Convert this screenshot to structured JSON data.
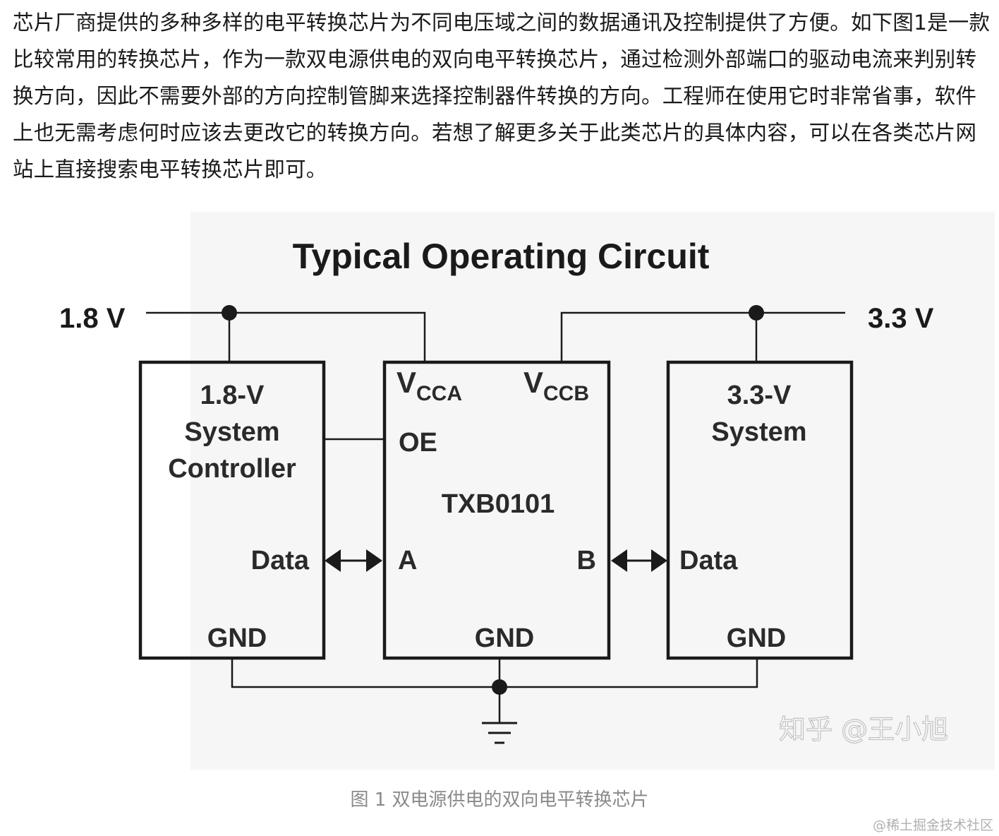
{
  "article": {
    "paragraph": "芯片厂商提供的多种多样的电平转换芯片为不同电压域之间的数据通讯及控制提供了方便。如下图1是一款比较常用的转换芯片，作为一款双电源供电的双向电平转换芯片，通过检测外部端口的驱动电流来判别转换方向，因此不需要外部的方向控制管脚来选择控制器件转换的方向。工程师在使用它时非常省事，软件上也无需考虑何时应该去更改它的转换方向。若想了解更多关于此类芯片的具体内容，可以在各类芯片网站上直接搜索电平转换芯片即可。"
  },
  "figure": {
    "title": "Typical Operating Circuit",
    "rail_left": "1.8 V",
    "rail_right": "3.3 V",
    "left_block": {
      "line1": "1.8-V",
      "line2": "System",
      "line3": "Controller",
      "data": "Data",
      "gnd": "GND"
    },
    "chip": {
      "vcca_main": "V",
      "vcca_sub": "CCA",
      "vccb_main": "V",
      "vccb_sub": "CCB",
      "oe": "OE",
      "name": "TXB0101",
      "a": "A",
      "b": "B",
      "gnd": "GND"
    },
    "right_block": {
      "line1": "3.3-V",
      "line2": "System",
      "data": "Data",
      "gnd": "GND"
    },
    "watermark": "知乎 @王小旭",
    "caption": "图 1 双电源供电的双向电平转换芯片"
  },
  "site_watermark": "@稀土掘金技术社区"
}
